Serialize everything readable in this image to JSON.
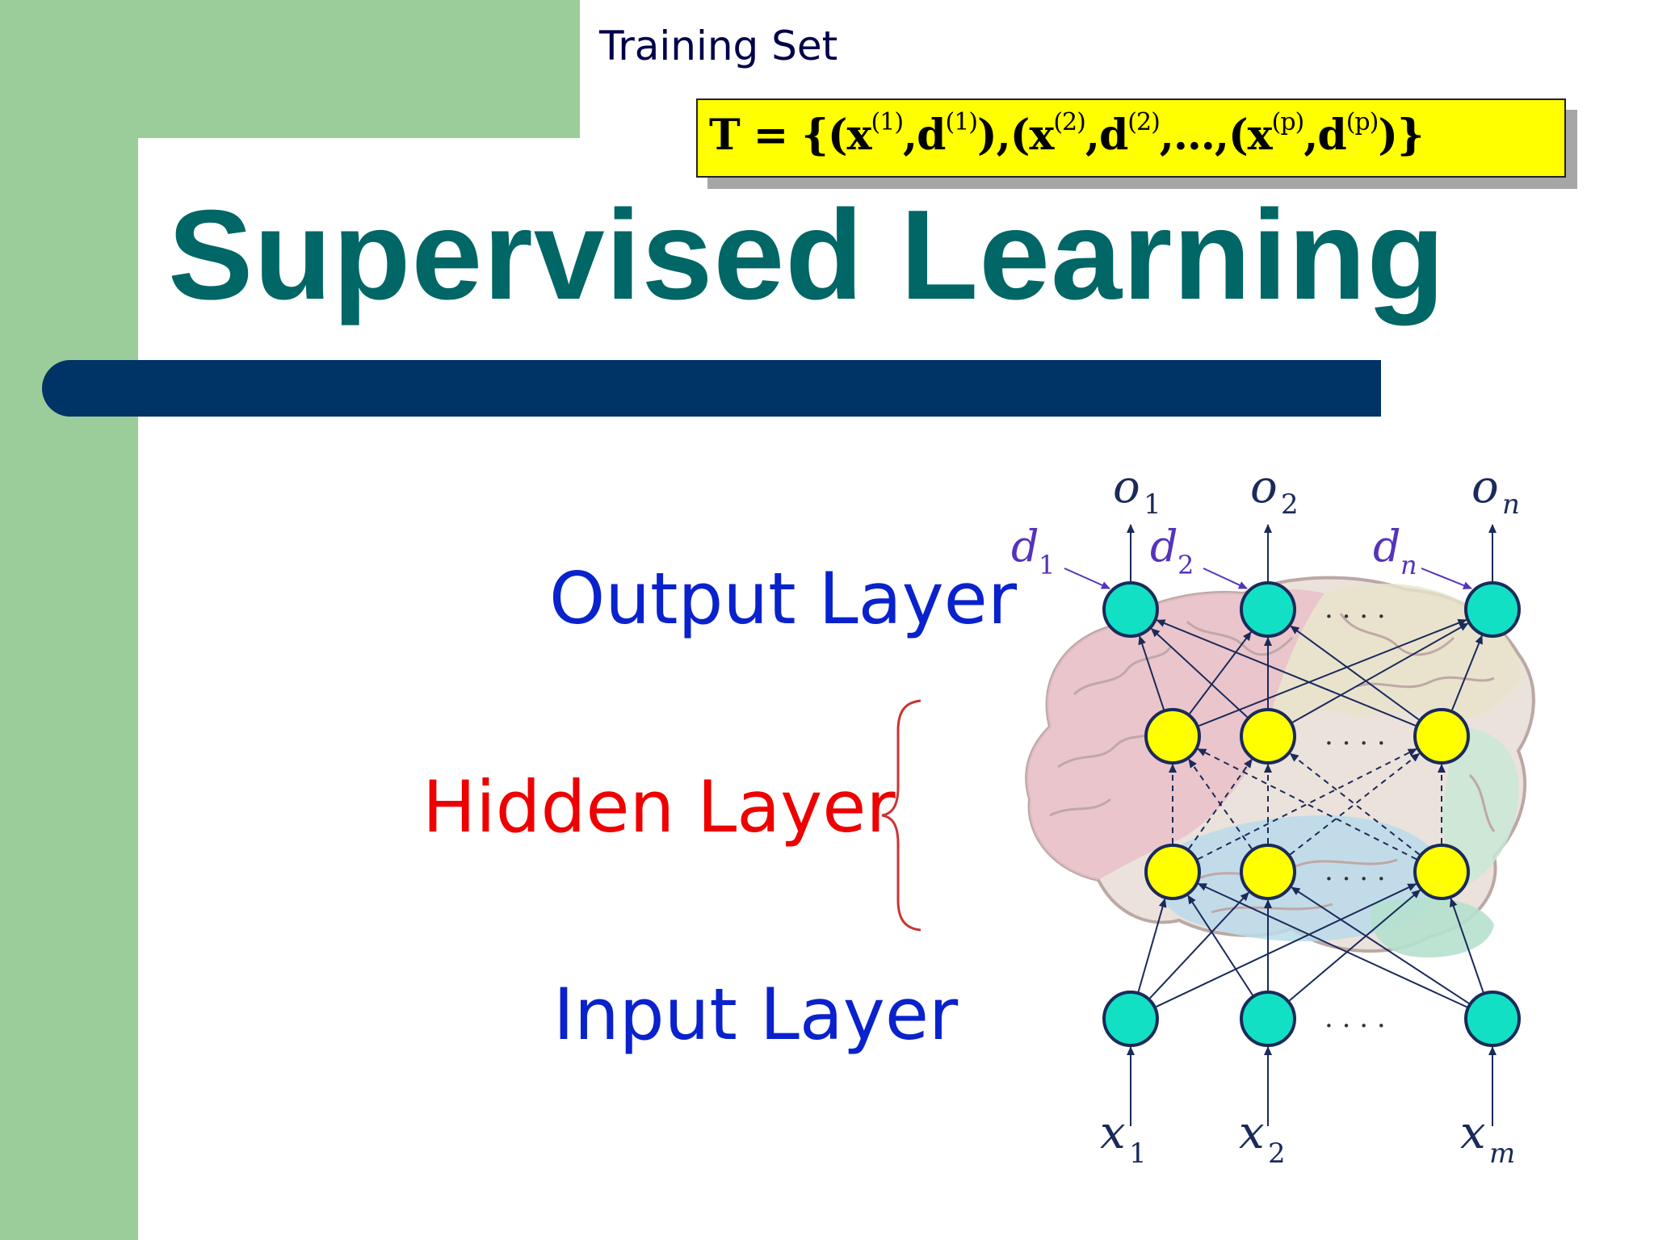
{
  "header": {
    "training_set_label": "Training Set",
    "formula": {
      "prefix": "T = {(",
      "terms": [
        {
          "x": "x",
          "x_sup": "(1)",
          "d": "d",
          "d_sup": "(1)"
        },
        {
          "x": "x",
          "x_sup": "(2)",
          "d": "d",
          "d_sup": "(2)"
        },
        {
          "x": "x",
          "x_sup": "(p)",
          "d": "d",
          "d_sup": "(p)"
        }
      ],
      "ellipsis": "…"
    }
  },
  "title": "Supervised Learning",
  "labels": {
    "output": "Output Layer",
    "hidden": "Hidden Layer",
    "input": "Input Layer"
  },
  "network": {
    "outputs": [
      {
        "var": "o",
        "sub": "1"
      },
      {
        "var": "o",
        "sub": "2"
      },
      {
        "var": "o",
        "sub": "n"
      }
    ],
    "targets": [
      {
        "var": "d",
        "sub": "1"
      },
      {
        "var": "d",
        "sub": "2"
      },
      {
        "var": "d",
        "sub": "n"
      }
    ],
    "inputs": [
      {
        "var": "x",
        "sub": "1"
      },
      {
        "var": "x",
        "sub": "2"
      },
      {
        "var": "x",
        "sub": "m"
      }
    ],
    "dots": ". . . ."
  },
  "colors": {
    "title": "#006666",
    "sidebar": "#9bcd9b",
    "title_bar": "#003366",
    "formula_bg": "#ffff00",
    "output_label": "#0a22cc",
    "hidden_label": "#ee0000",
    "input_label": "#0a22cc",
    "cyan_node": "#12e0c4",
    "yellow_node": "#ffff00",
    "target_label": "#5533bb"
  }
}
